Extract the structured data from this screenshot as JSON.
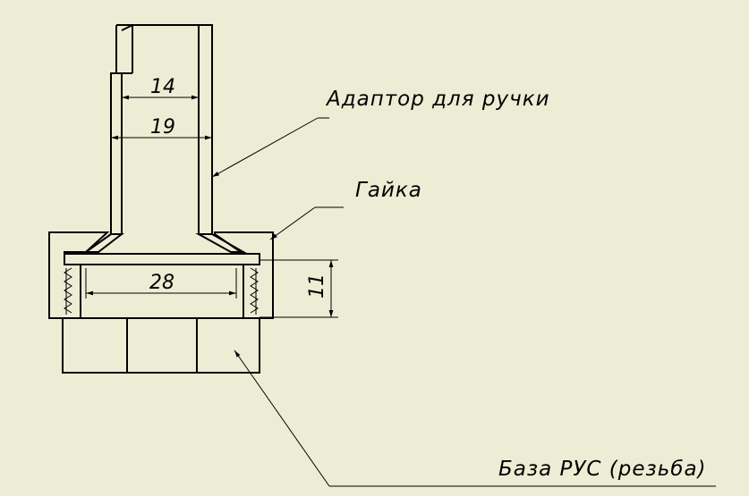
{
  "labels": {
    "adapter": "Адаптор для ручки",
    "nut": "Гайка",
    "base": "База РУС (резьба)"
  },
  "dimensions": {
    "inner_diameter": "14",
    "outer_diameter": "19",
    "thread_diameter": "28",
    "thread_height": "11"
  },
  "colors": {
    "background": "#ededd5",
    "line": "#000000"
  }
}
